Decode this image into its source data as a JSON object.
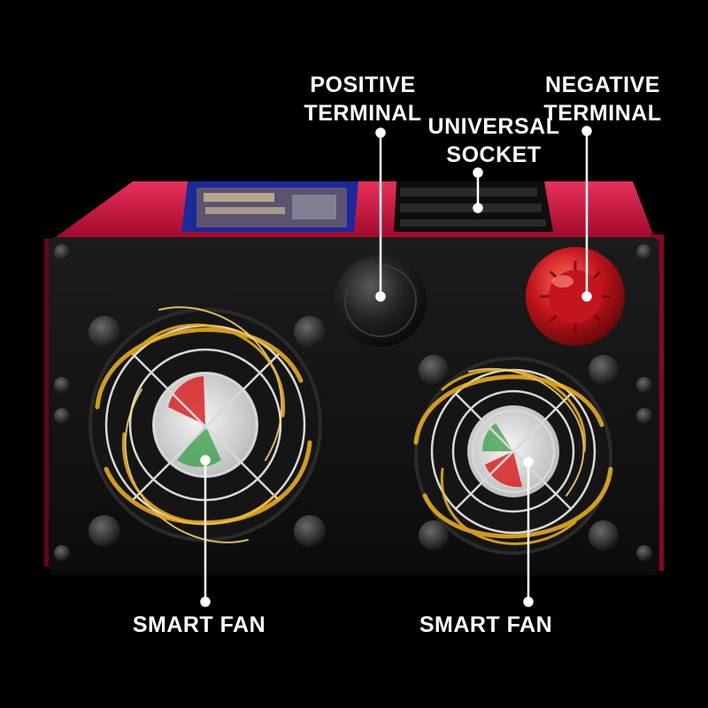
{
  "labels": {
    "positive_terminal": [
      "POSITIVE",
      "TERMINAL"
    ],
    "universal_socket": [
      "UNIVERSAL",
      "SOCKET"
    ],
    "negative_terminal": [
      "NEGATIVE",
      "TERMINAL"
    ],
    "smart_fan_left": "SMART FAN",
    "smart_fan_right": "SMART FAN"
  },
  "colors": {
    "background": "#000000",
    "housing_red": "#c8103a",
    "panel_black": "#121212",
    "fan_glow": "#f2b41e",
    "negative_knob": "#b8141a",
    "label_text": "#ffffff"
  }
}
